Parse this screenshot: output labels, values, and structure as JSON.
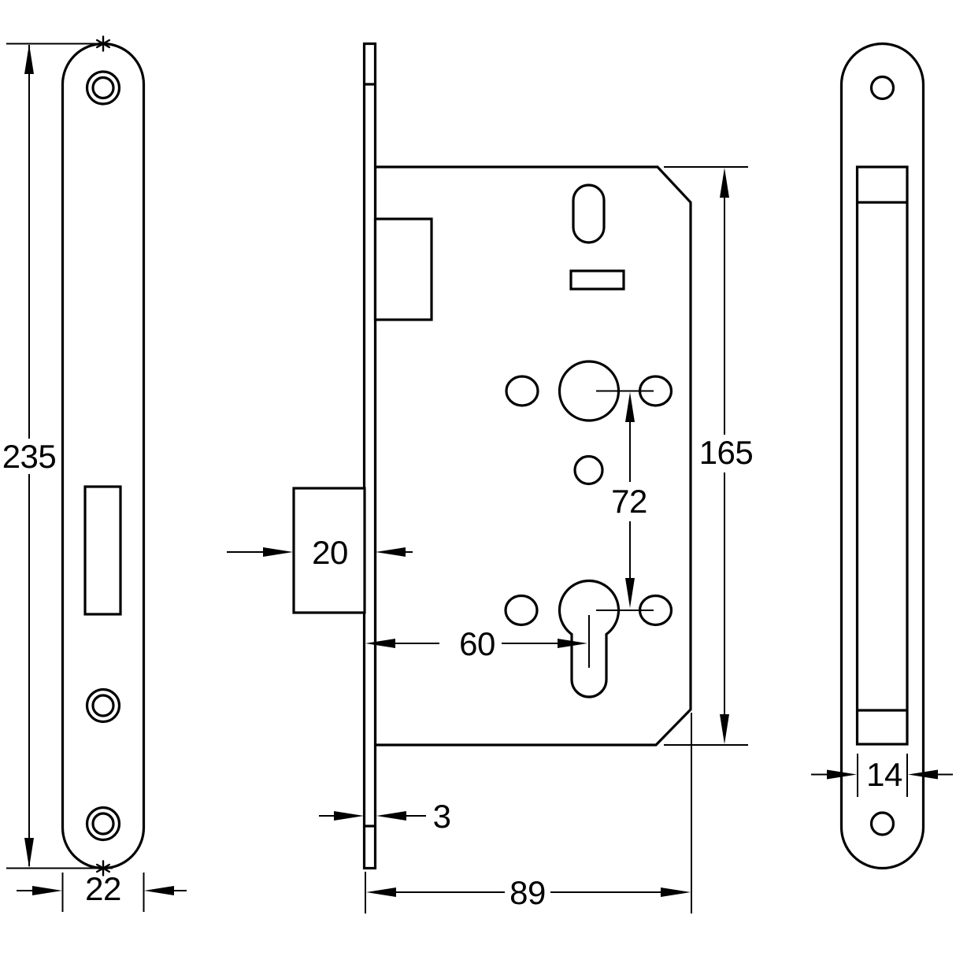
{
  "dimensions": {
    "plate_height": "235",
    "plate_width": "22",
    "bolt_throw": "20",
    "backset": "60",
    "plate_thickness": "3",
    "case_depth": "89",
    "spindle_to_cylinder": "72",
    "case_height": "165",
    "case_width": "14"
  },
  "symbols": {
    "plate_end_marker": "asterisk"
  },
  "colors": {
    "line": "#000000",
    "background": "#ffffff"
  }
}
